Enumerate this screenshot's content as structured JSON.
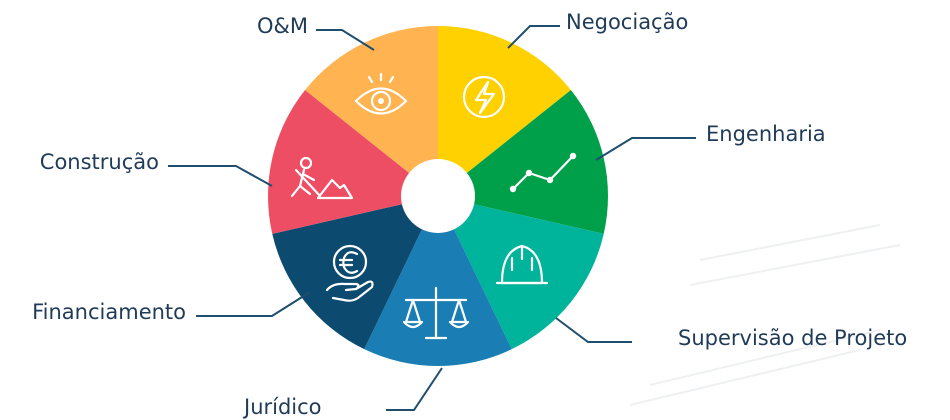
{
  "diagram": {
    "segments": [
      {
        "id": "negociacao",
        "label": "Negociação",
        "color": "#FFD100",
        "icon": "lightning-icon"
      },
      {
        "id": "engenharia",
        "label": "Engenharia",
        "color": "#00A04A",
        "icon": "line-chart-icon"
      },
      {
        "id": "supervisao",
        "label": "Supervisão de Projeto",
        "color": "#00B39B",
        "icon": "hard-hat-icon"
      },
      {
        "id": "juridico",
        "label": "Jurídico",
        "color": "#1A7EB5",
        "icon": "scales-icon"
      },
      {
        "id": "financiamento",
        "label": "Financiamento",
        "color": "#0D4A70",
        "icon": "euro-hand-icon"
      },
      {
        "id": "construcao",
        "label": "Construção",
        "color": "#EE4E63",
        "icon": "worker-digging-icon"
      },
      {
        "id": "om",
        "label": "O&M",
        "color": "#FFB351",
        "icon": "eye-icon"
      }
    ]
  }
}
